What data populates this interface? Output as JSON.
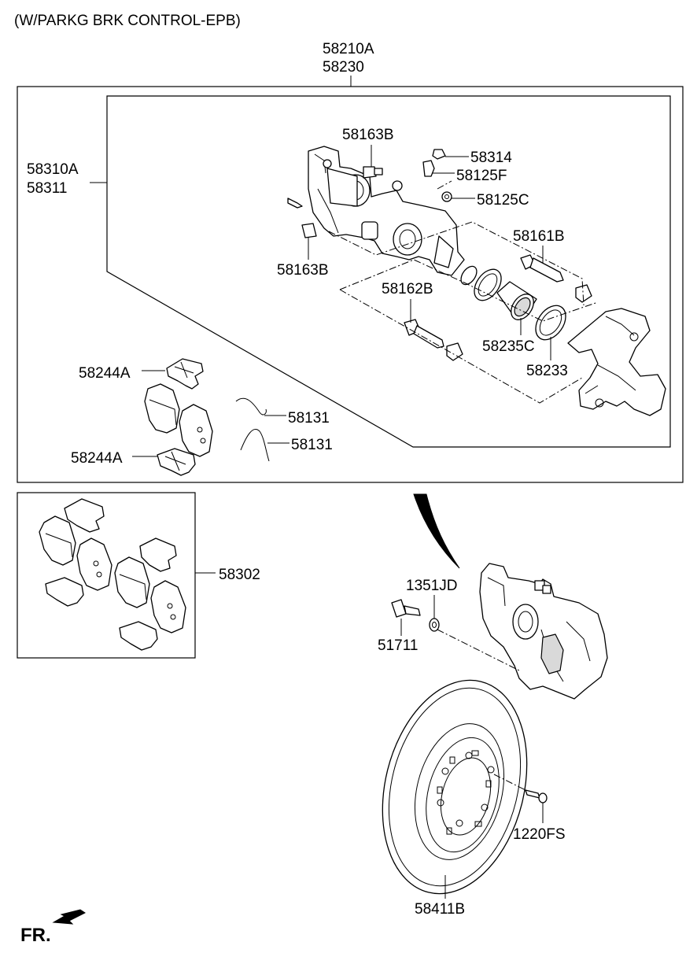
{
  "header": {
    "title": "(W/PARKG BRK CONTROL-EPB)"
  },
  "labels": {
    "assembly_a": "58210A",
    "assembly_b": "58230",
    "caliper_a": "58310A",
    "caliper_b": "58311",
    "guide_bolt_upper": "58163B",
    "guide_bolt_lower": "58163B",
    "bleeder_cap": "58314",
    "bleeder_screw": "58125F",
    "bleeder_nut": "58125C",
    "guide_rod_upper": "58161B",
    "guide_rod_lower": "58162B",
    "piston": "58235C",
    "piston_seal": "58233",
    "pad_clip_upper": "58244A",
    "pad_clip_lower": "58244A",
    "spring_upper": "58131",
    "spring_lower": "58131",
    "pad_kit": "58302",
    "washer": "1351JD",
    "mount_bolt": "51711",
    "disc_screw": "1220FS",
    "disc": "58411B",
    "front_indicator": "FR."
  }
}
